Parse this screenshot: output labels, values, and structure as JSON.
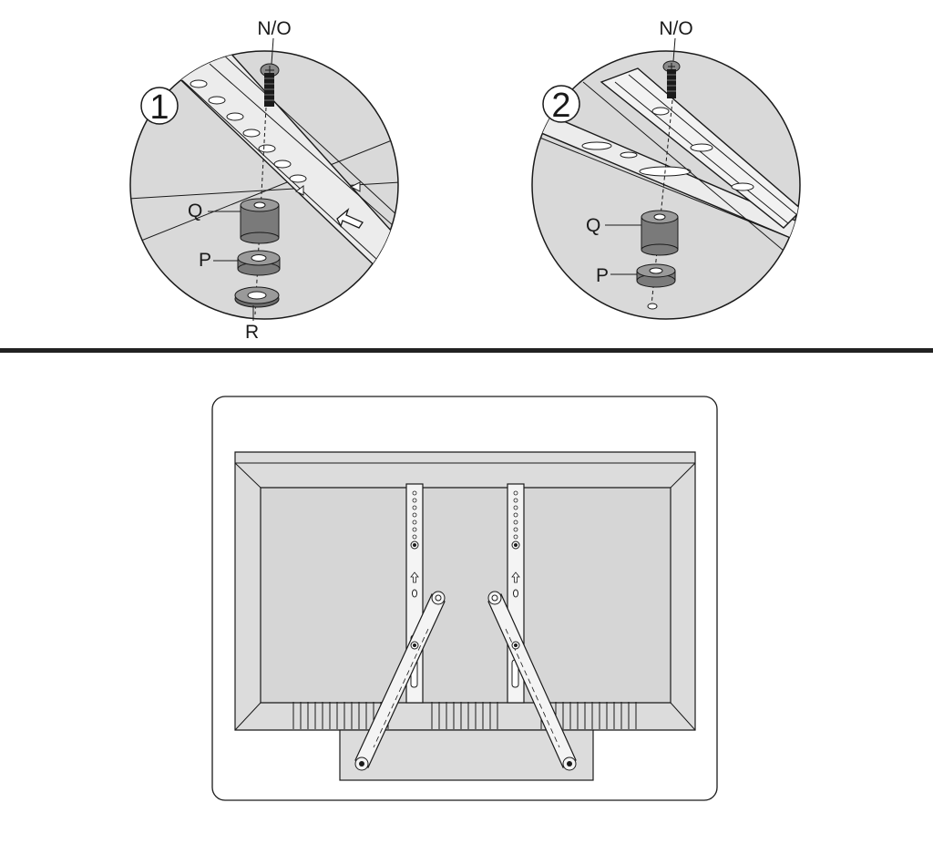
{
  "step1": {
    "number": "1",
    "labels": {
      "screw": "N/O",
      "spacer": "Q",
      "washer": "P",
      "ring": "R"
    }
  },
  "step2": {
    "number": "2",
    "labels": {
      "screw": "N/O",
      "spacer": "Q",
      "washer": "P"
    }
  },
  "colors": {
    "fill": "#d9d9d9",
    "line": "#1a1a1a",
    "dark": "#7a7a7a",
    "divider": "#222222"
  },
  "icons": [
    "screw-icon",
    "spacer-icon",
    "washer-icon",
    "ring-icon",
    "arrow-icon"
  ]
}
